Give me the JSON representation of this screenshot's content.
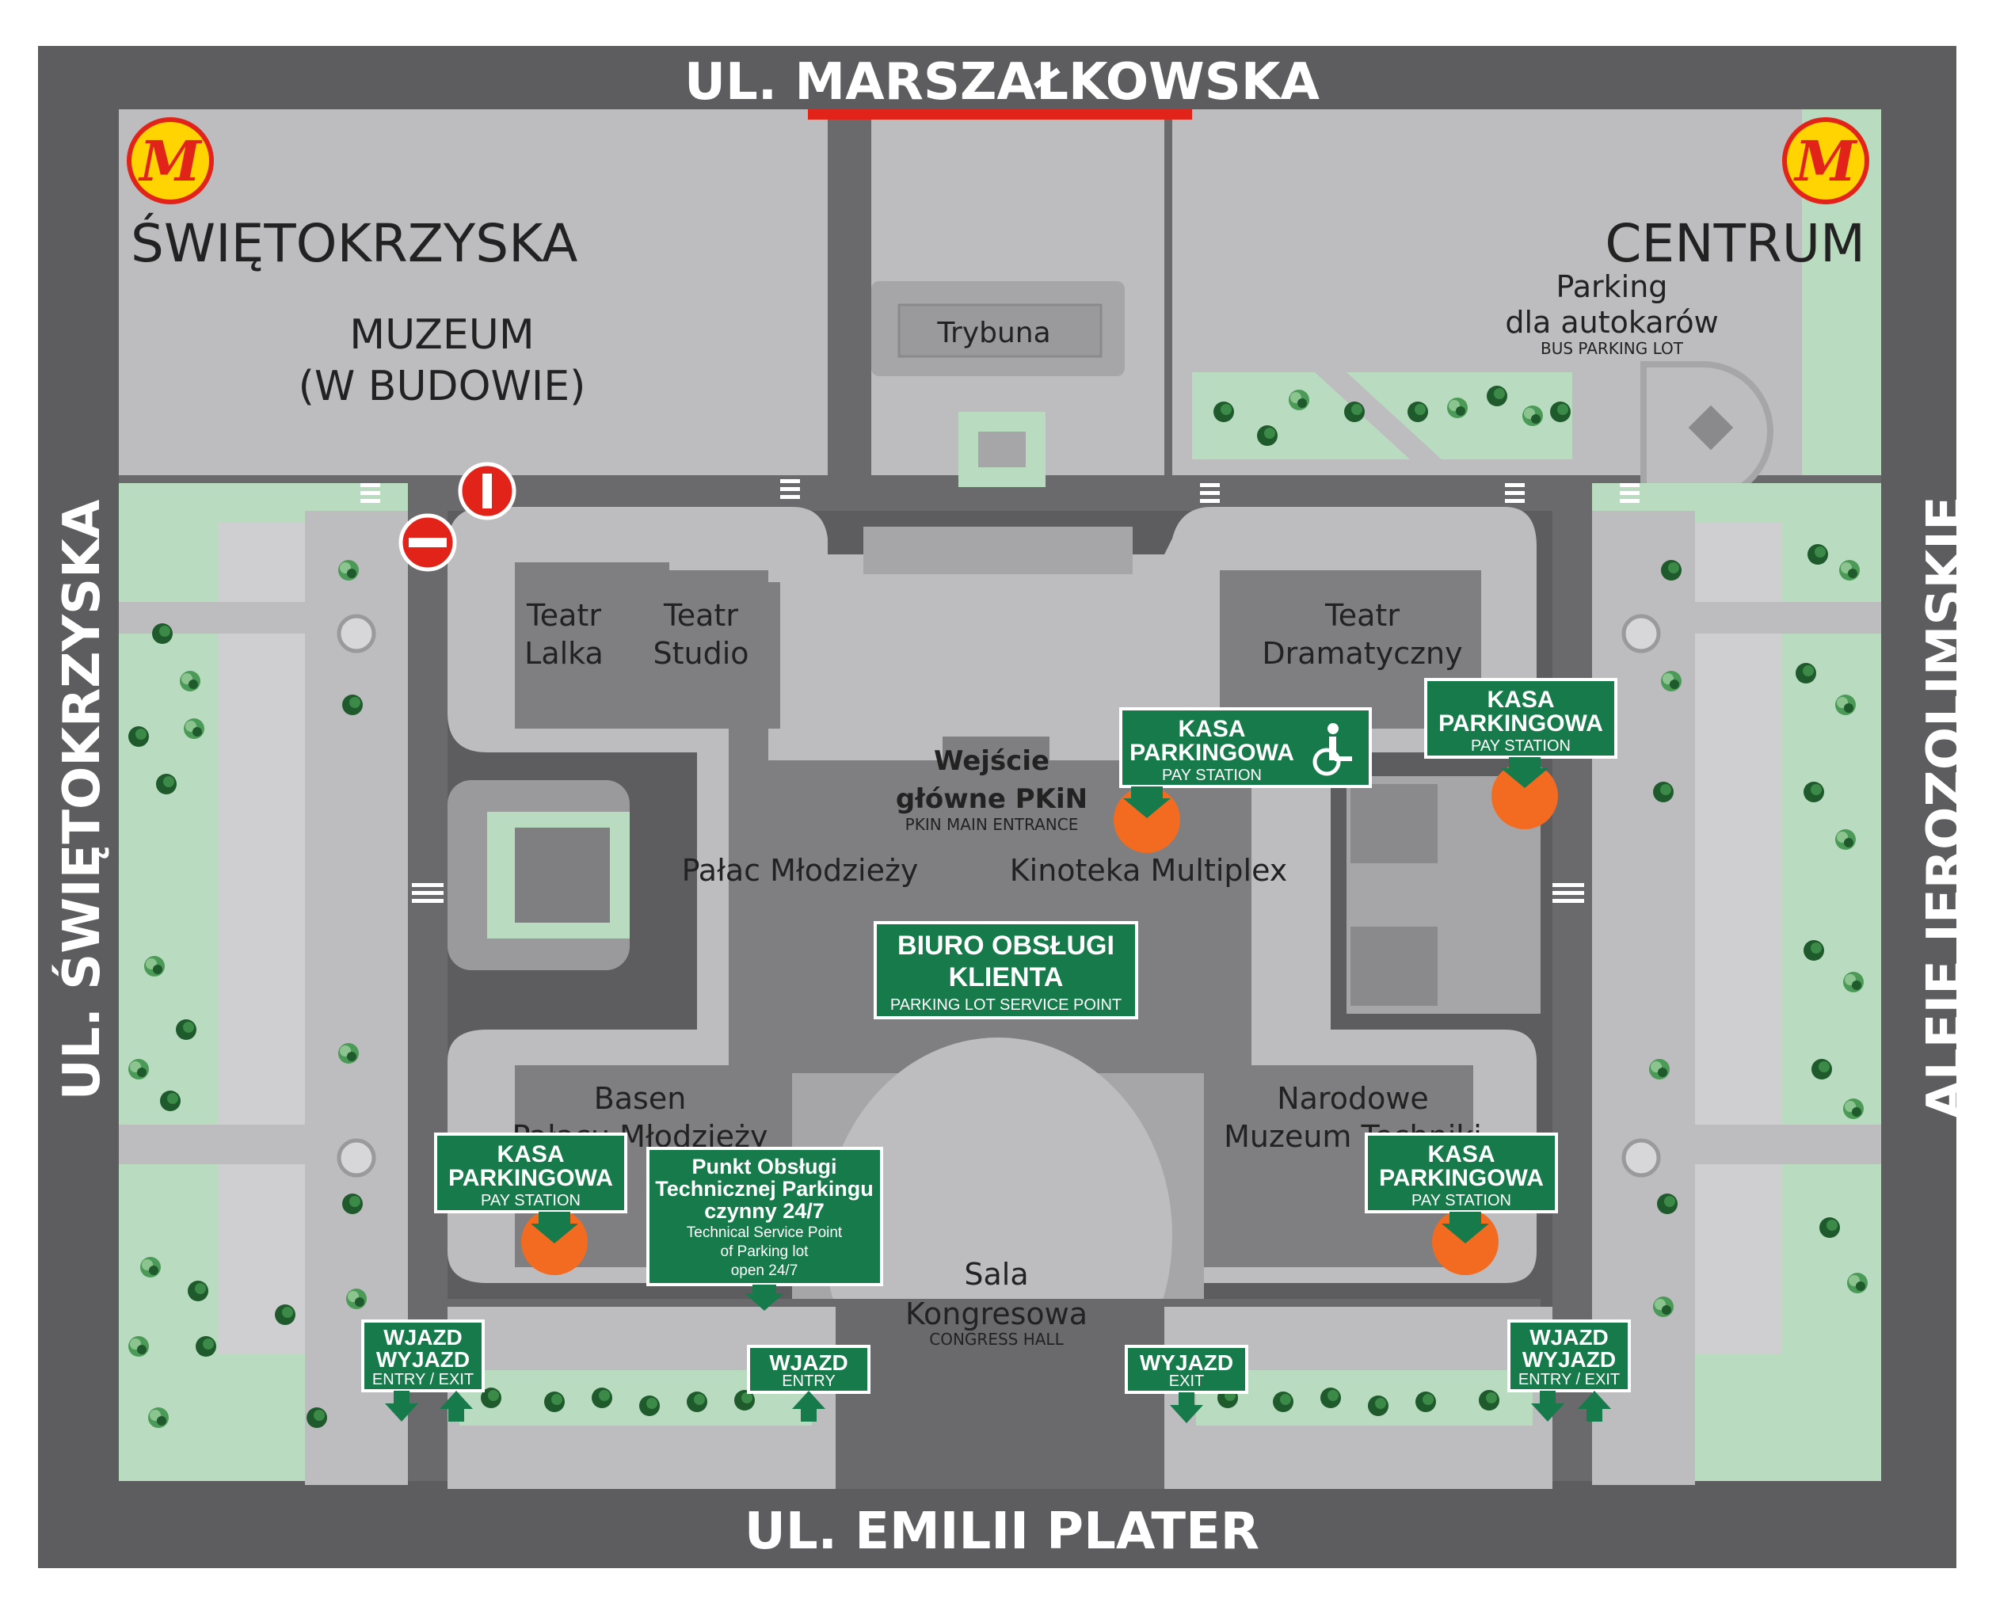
{
  "streets": {
    "north": "UL. MARSZAŁKOWSKA",
    "south": "UL. EMILII PLATER",
    "west": "UL. ŚWIĘTOKRZYSKA",
    "east": "ALEJE JEROZOLIMSKIE"
  },
  "metro": {
    "left": {
      "letter": "M",
      "station": "ŚWIĘTOKRZYSKA"
    },
    "right": {
      "letter": "M",
      "station": "CENTRUM"
    }
  },
  "places": {
    "museum": [
      "MUZEUM",
      "(W BUDOWIE)"
    ],
    "tribune": "Trybuna",
    "bus_parking": [
      "Parking",
      "dla autokarów"
    ],
    "bus_parking_en": "BUS PARKING LOT",
    "teatr_lalka": [
      "Teatr",
      "Lalka"
    ],
    "teatr_studio": [
      "Teatr",
      "Studio"
    ],
    "teatr_dramatyczny": [
      "Teatr",
      "Dramatyczny"
    ],
    "main_entrance": [
      "Wejście",
      "główne PKiN"
    ],
    "main_entrance_en": "PKIN MAIN ENTRANCE",
    "palac_mlodziezy": "Pałac Młodzieży",
    "kinoteka": "Kinoteka Multiplex",
    "basen": [
      "Basen",
      "Pałacu Młodzieży"
    ],
    "muzeum_techniki": [
      "Narodowe",
      "Muzeum Techniki"
    ],
    "sala": [
      "Sala",
      "Kongresowa"
    ],
    "sala_en": "CONGRESS HALL"
  },
  "signs": {
    "pay_station": {
      "title": [
        "KASA",
        "PARKINGOWA"
      ],
      "sub": "PAY STATION"
    },
    "service_point": {
      "title": [
        "BIURO OBSŁUGI",
        "KLIENTA"
      ],
      "sub": "PARKING LOT SERVICE POINT"
    },
    "tech_point": {
      "title": [
        "Punkt Obsługi",
        "Technicznej Parkingu",
        "czynny 24/7"
      ],
      "sub": [
        "Technical Service Point",
        "of Parking lot",
        "open 24/7"
      ]
    },
    "entry_exit": {
      "title": [
        "WJAZD",
        "WYJAZD"
      ],
      "sub": "ENTRY / EXIT"
    },
    "entry": {
      "title": "WJAZD",
      "sub": "ENTRY"
    },
    "exit": {
      "title": "WYJAZD",
      "sub": "EXIT"
    }
  },
  "icons": [
    "metro-icon",
    "no-entry-icon",
    "wheelchair-icon",
    "pay-station-marker-icon",
    "arrow-down-icon",
    "arrow-up-icon",
    "tree-icon",
    "fountain-icon",
    "crosswalk-icon"
  ],
  "colors": {
    "frame": "#5d5d5f",
    "road": "#6a6a6c",
    "plaza": "#bdbdbf",
    "lawn": "#b9dcc0",
    "sign_green": "#167a4a",
    "marker_orange": "#f26b21",
    "metro_red": "#e2231a",
    "metro_yellow": "#ffd400",
    "street_underline": "#e2231a"
  }
}
